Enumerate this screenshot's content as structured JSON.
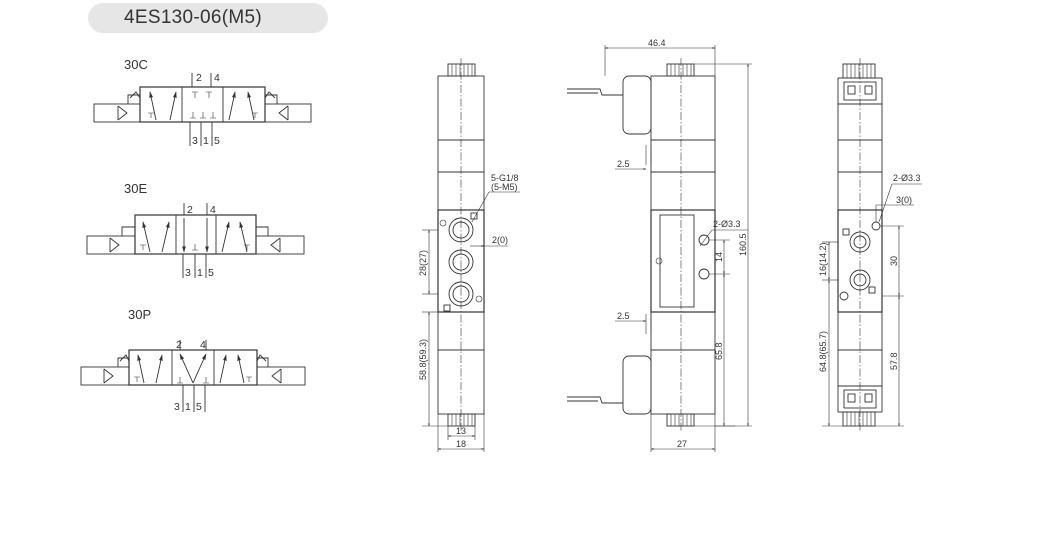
{
  "title": "4ES130-06(M5)",
  "symbols": [
    {
      "label": "30C",
      "ports_top": [
        "2",
        "4"
      ],
      "ports_bottom": [
        "3",
        "1",
        "5"
      ]
    },
    {
      "label": "30E",
      "ports_top": [
        "2",
        "4"
      ],
      "ports_bottom": [
        "3",
        "1",
        "5"
      ]
    },
    {
      "label": "30P",
      "ports_top": [
        "2",
        "4"
      ],
      "ports_bottom": [
        "3",
        "1",
        "5"
      ]
    }
  ],
  "dimensions": {
    "port_thread": "5-G1/8",
    "port_thread_alt": "(5-M5)",
    "pitch_small": "2(0)",
    "port_pitch": "28(27)",
    "lower_height": "58.8(59.3)",
    "body_width": "13",
    "total_width": "18",
    "side_total_width": "46.4",
    "side_offset_top": "2.5",
    "side_offset_bottom": "2.5",
    "mount_holes": "2-Ø3.3",
    "hole_pitch": "14",
    "lower_length": "65.8",
    "total_length": "160.5",
    "side_base_width": "27",
    "rear_holes": "2-Ø3.3",
    "rear_hole_offset": "3(0)",
    "rear_small_pitch": "16(14.2)",
    "rear_hole_pitch": "30",
    "rear_lower": "64.8(65.7)",
    "rear_lower_length": "57.8"
  }
}
